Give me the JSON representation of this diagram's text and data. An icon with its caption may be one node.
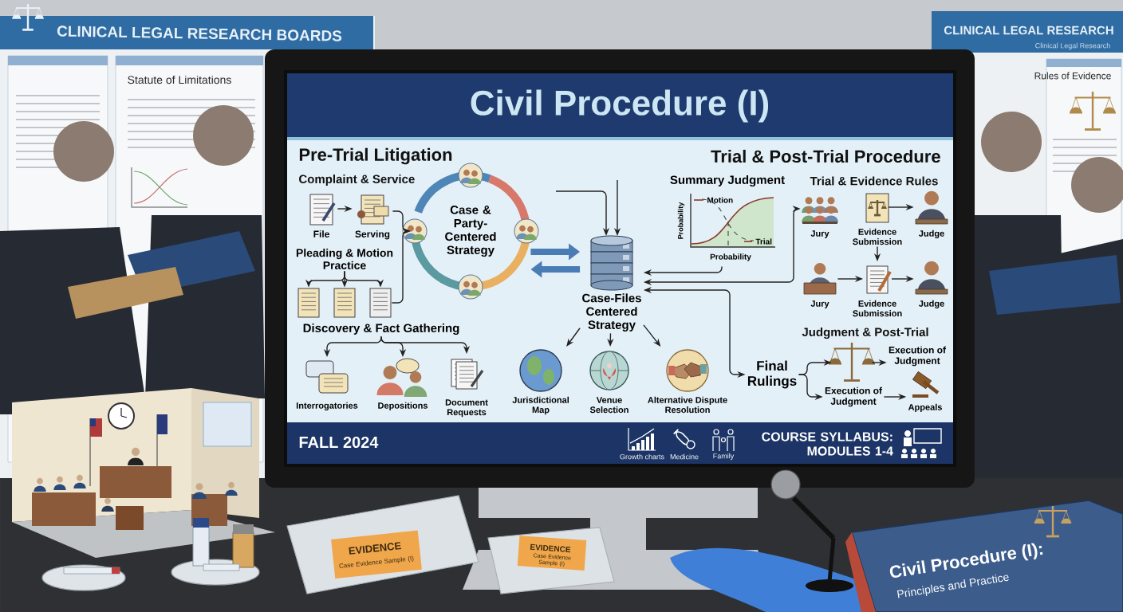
{
  "diagram": {
    "title": "Civil Procedure (I)",
    "nodes": [
      {
        "text": [
          "File"
        ]
      },
      {
        "text": [
          "Serving"
        ]
      },
      {
        "text": [
          "Pleading & Motion Practice"
        ]
      },
      {
        "text": [],
        "shape": "picture"
      },
      {
        "text": [],
        "shape": "picture"
      },
      {
        "text": [],
        "shape": "picture"
      },
      {
        "text": [
          "Case & Party-Centered Strategy"
        ]
      },
      {
        "text": [
          "Case-Files Centered Strategy"
        ]
      },
      {
        "text": [
          "Discovery & Fact Gathering"
        ]
      },
      {
        "text": [
          "Interrogatories"
        ]
      },
      {
        "text": [
          "Depositions"
        ]
      },
      {
        "text": [
          "Document Requests"
        ]
      },
      {
        "text": [
          "Jurisdictional Map"
        ]
      },
      {
        "text": [
          "Venue Selection"
        ]
      },
      {
        "text": [
          "Alternative Dispute Resolution"
        ]
      },
      {
        "text": [
          "Summary Judgment",
          "Motion",
          "Trial",
          "Probability",
          "Probability"
        ]
      },
      {
        "text": [
          "Jury"
        ]
      },
      {
        "text": [
          "Evidence Submission"
        ]
      },
      {
        "text": [
          "Judge"
        ]
      },
      {
        "text": [
          "Jury"
        ]
      },
      {
        "text": [
          "Evidence Submission"
        ]
      },
      {
        "text": [
          "Judge"
        ]
      },
      {
        "text": [
          "Final Rulings"
        ]
      },
      {
        "text": [],
        "shape": "picture"
      },
      {
        "text": [
          "Execution of Judgment"
        ]
      },
      {
        "text": [
          "Execution of Judgment"
        ]
      },
      {
        "text": [
          "Appeals"
        ]
      }
    ],
    "edges": [
      {
        "from": 0,
        "to": 1,
        "arrow": "to"
      },
      {
        "from": 1,
        "to": 6,
        "arrow": "to"
      },
      {
        "from": 5,
        "to": 6,
        "arrow": "to"
      },
      {
        "from": 2,
        "to": 3,
        "arrow": "to"
      },
      {
        "from": 2,
        "to": 4,
        "arrow": "to"
      },
      {
        "from": 2,
        "to": 5,
        "arrow": "to"
      },
      {
        "from": 6,
        "to": 7,
        "arrow": "to",
        "style": "thick",
        "color": "#4a7db5"
      },
      {
        "from": 7,
        "to": 6,
        "arrow": "to",
        "style": "thick",
        "color": "#4a7db5"
      },
      {
        "from": null,
        "to": 7,
        "arrow": "to"
      },
      {
        "from": null,
        "to": 7,
        "arrow": "to"
      },
      {
        "from": 15,
        "to": 7,
        "arrow": "to"
      },
      {
        "from": 7,
        "to": 16,
        "arrow": "both"
      },
      {
        "from": 7,
        "to": 22,
        "arrow": "both"
      },
      {
        "from": 7,
        "to": 12,
        "arrow": "to"
      },
      {
        "from": 7,
        "to": 13,
        "arrow": "to"
      },
      {
        "from": 7,
        "to": 14,
        "arrow": "to"
      },
      {
        "from": 8,
        "to": 9,
        "arrow": "to"
      },
      {
        "from": 8,
        "to": 10,
        "arrow": "to"
      },
      {
        "from": 8,
        "to": 11,
        "arrow": "to"
      },
      {
        "from": 17,
        "to": 18,
        "arrow": "to"
      },
      {
        "from": 17,
        "to": 20,
        "arrow": "to"
      },
      {
        "from": 19,
        "to": 20,
        "arrow": "to"
      },
      {
        "from": 20,
        "to": 21,
        "arrow": "to"
      },
      {
        "from": 22,
        "to": 23,
        "arrow": "to"
      },
      {
        "from": 22,
        "to": 25,
        "arrow": "to"
      },
      {
        "from": 23,
        "to": 24,
        "arrow": "to"
      },
      {
        "from": 25,
        "to": 26,
        "arrow": "to"
      }
    ],
    "labels": [
      "CLINICAL LEGAL RESEARCH BOARDS",
      "Statute of Limitations",
      "CLINICAL LEGAL RESEARCH",
      "Clinical Legal Research",
      "Rules of Evidence",
      "Pre-Trial Litigation",
      "Complaint & Service",
      "Trial & Post-Trial Procedure",
      "Trial & Evidence Rules",
      "Judgment & Post-Trial",
      "FALL 2024",
      "Growth charts",
      "Medicine",
      "Family",
      "COURSE SYLLABUS: MODULES 1-4",
      "EVIDENCE",
      "Case Evidence Sample (I)",
      "EVIDENCE",
      "Case Evidence Sample (I)",
      "Civil Procedure (I):",
      "Principles and Practice"
    ]
  }
}
